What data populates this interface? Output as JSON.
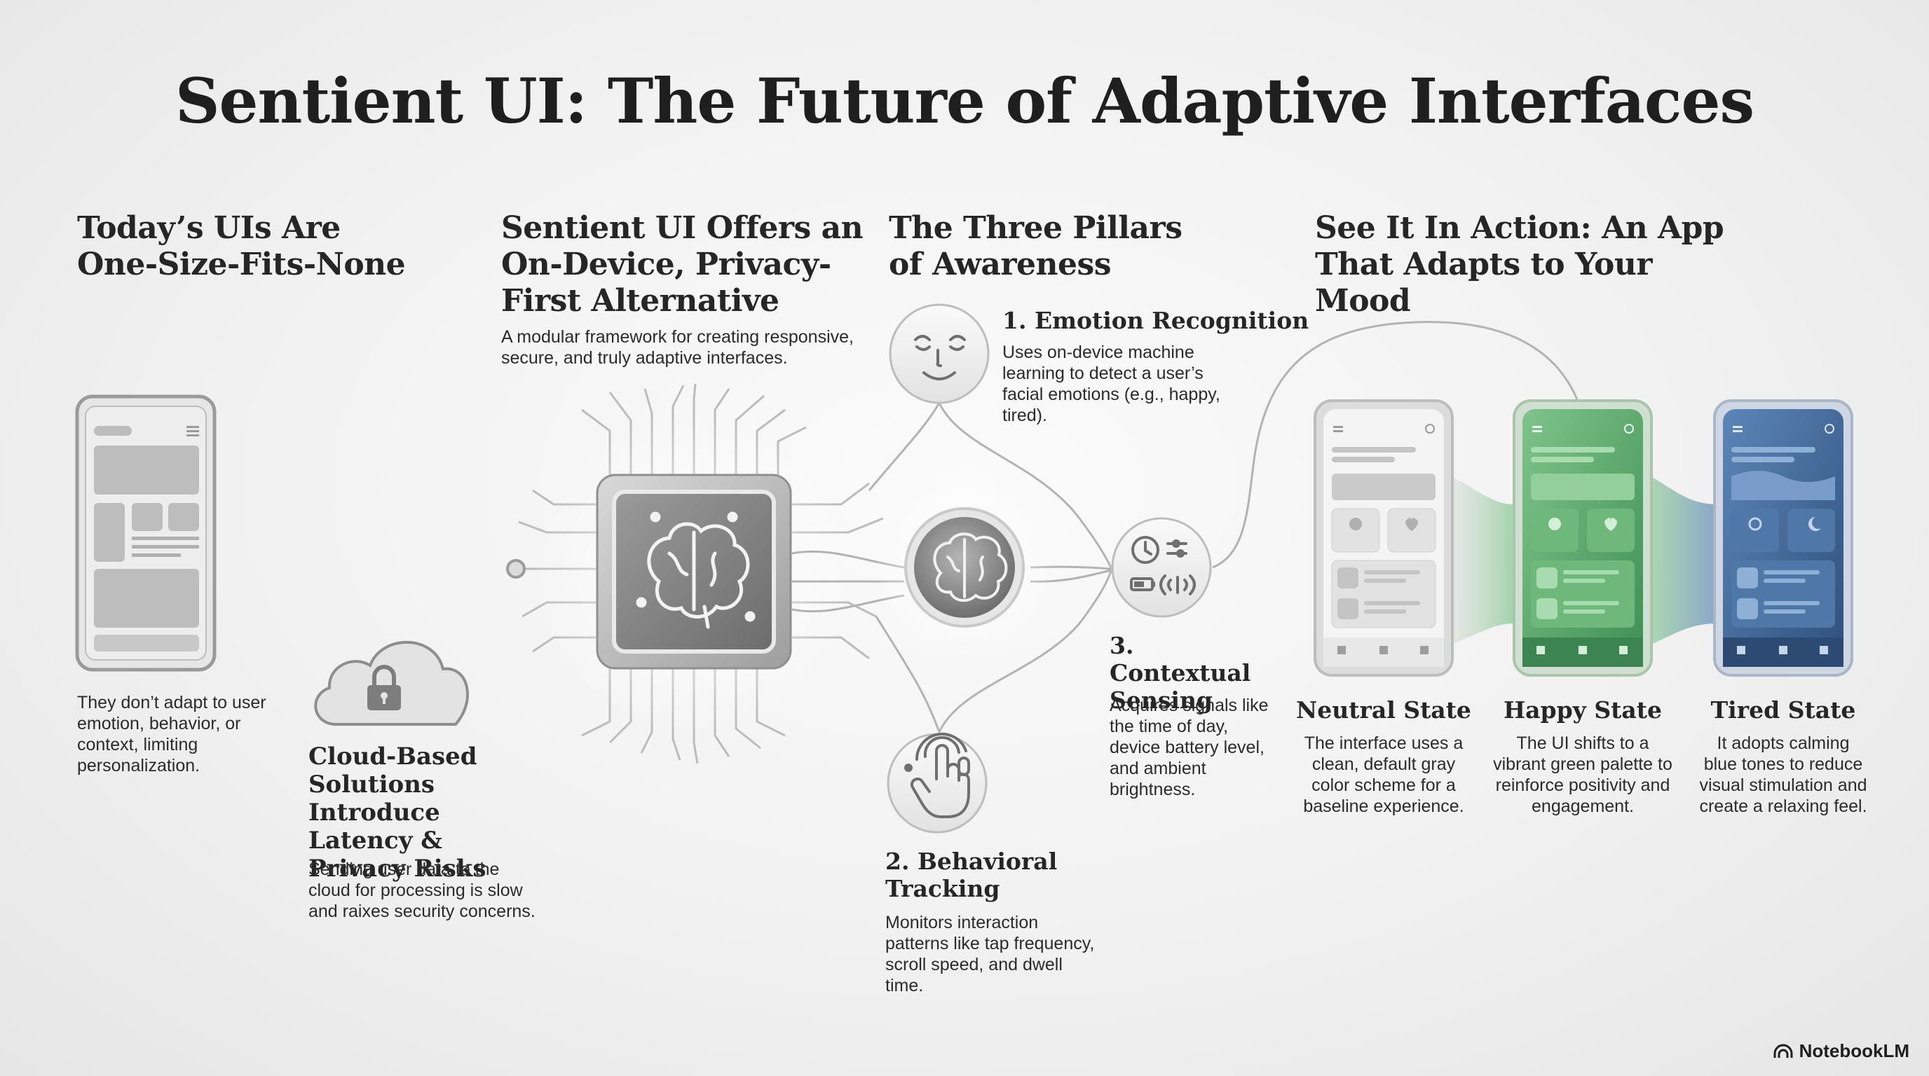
{
  "title": "Sentient UI: The Future of Adaptive Interfaces",
  "sections": {
    "today": {
      "heading": "Today’s UIs Are One-Size-Fits-None",
      "text": "They don’t adapt to user emotion, behavior, or context, limiting personalization."
    },
    "cloud": {
      "heading": "Cloud-Based Solutions Introduce Latency & Privacy Risks",
      "text": "Sending user data to the cloud for processing is slow and raixes security concerns."
    },
    "sentient": {
      "heading": "Sentient UI Offers an On-Device, Privacy-First Alternative",
      "text": "A modular framework for creating responsive, secure, and truly adaptive interfaces."
    },
    "pillars": {
      "heading": "The Three Pillars of Awareness",
      "emotion": {
        "heading": "1. Emotion Recognition",
        "text": "Uses on-device machine learning to detect a user’s facial emotions (e.g., happy, tired)."
      },
      "behavioral": {
        "heading": "2. Behavioral Tracking",
        "text": "Monitors interaction patterns like tap frequency, scroll speed, and dwell time."
      },
      "contextual": {
        "heading": "3. Contextual Sensing",
        "text": "Acquires signals like the time of day, device battery level, and ambient brightness."
      }
    },
    "action": {
      "heading": "See It In Action: An App That Adapts to Your Mood",
      "states": [
        {
          "name": "Neutral State",
          "text": "The interface uses a clean, default gray color scheme for a baseline experience.",
          "color": "#e8e8e8"
        },
        {
          "name": "Happy State",
          "text": "The UI shifts to a vibrant green palette to reinforce positivity and engagement.",
          "color": "#5ea66a"
        },
        {
          "name": "Tired State",
          "text": "It adopts calming blue tones to reduce visual stimulation and create a relaxing feel.",
          "color": "#3f6696"
        }
      ]
    }
  },
  "icons": [
    "phone-wireframe-icon",
    "cloud-lock-icon",
    "chip-brain-icon",
    "brain-icon",
    "smiling-face-icon",
    "hand-tap-icon",
    "clock-sensors-icon"
  ],
  "brand": "NotebookLM"
}
